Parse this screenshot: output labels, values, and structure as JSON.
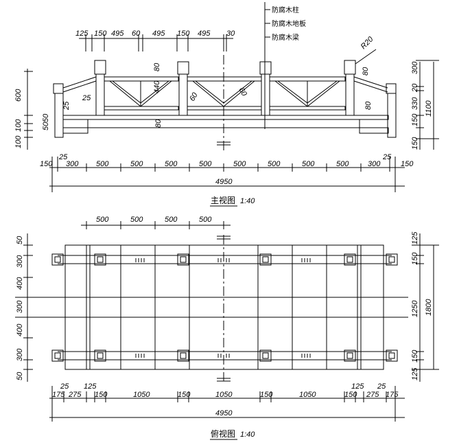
{
  "front_view": {
    "title": "主视图",
    "scale": "1:40",
    "callouts": [
      "防腐木柱",
      "防腐木地板",
      "防腐木梁"
    ],
    "radius_label": "R20",
    "top_dims": [
      "125",
      "150",
      "495",
      "60",
      "495",
      "150",
      "495",
      "30"
    ],
    "left_dims": [
      "600",
      "25",
      "100",
      "50",
      "50",
      "100"
    ],
    "right_dims": [
      "300",
      "20",
      "330",
      "150",
      "150",
      "1100"
    ],
    "inner_dims": [
      "80",
      "440",
      "80",
      "25",
      "60",
      "60",
      "80",
      "80"
    ],
    "bottom_dims": [
      "150",
      "25",
      "300",
      "500",
      "500",
      "500",
      "500",
      "500",
      "500",
      "500",
      "500",
      "300",
      "25",
      "150"
    ],
    "total": "4950"
  },
  "plan_view": {
    "title": "俯视图",
    "scale": "1:40",
    "top_dims": [
      "500",
      "500",
      "500",
      "500"
    ],
    "left_dims": [
      "50",
      "300",
      "400",
      "300",
      "400",
      "300",
      "50"
    ],
    "right_dims": [
      "125",
      "150",
      "1250",
      "150",
      "125",
      "1800"
    ],
    "bottom_dims_upper": [
      "25",
      "125",
      "125",
      "25"
    ],
    "bottom_dims": [
      "175",
      "275",
      "150",
      "1050",
      "150",
      "1050",
      "150",
      "1050",
      "150",
      "275",
      "175"
    ],
    "total": "4950"
  }
}
